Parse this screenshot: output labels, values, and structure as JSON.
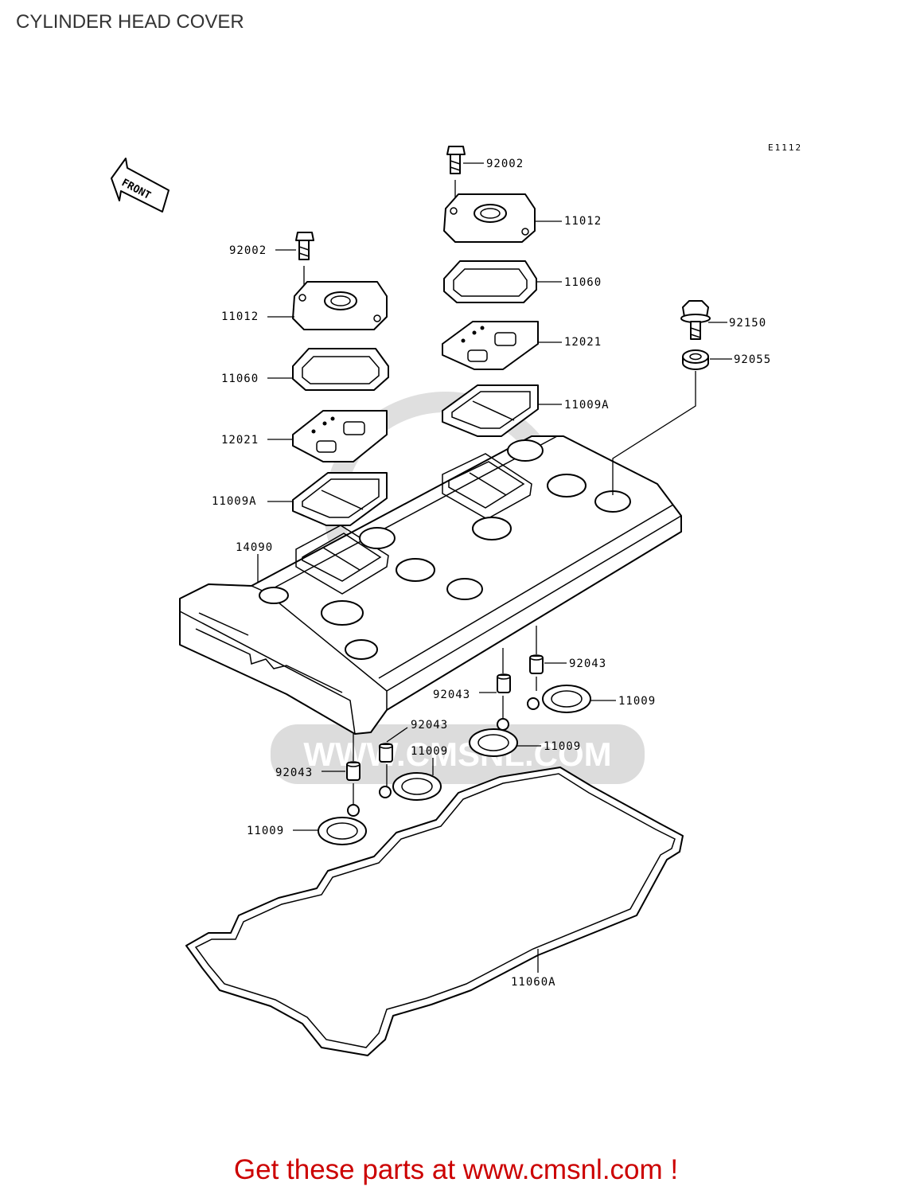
{
  "title": "CYLINDER HEAD COVER",
  "diagram_code": "E1112",
  "front_label": "FRONT",
  "footer": "Get these parts at www.cmsnl.com !",
  "watermark": "WWW.CMSNL.COM",
  "callouts": {
    "bolt_right": "92002",
    "cap_right": "11012",
    "gasket_right": "11060",
    "plate_right": "12021",
    "gasket_a_right": "11009A",
    "bolt_left": "92002",
    "cap_left": "11012",
    "gasket_left": "11060",
    "plate_left": "12021",
    "gasket_a_left": "11009A",
    "cover": "14090",
    "bolt_92150": "92150",
    "washer_92055": "92055",
    "dowel_1": "92043",
    "dowel_2": "92043",
    "dowel_3": "92043",
    "dowel_4": "92043",
    "oring_1": "11009",
    "oring_2": "11009",
    "oring_3": "11009",
    "oring_4": "11009",
    "main_gasket": "11060A"
  }
}
